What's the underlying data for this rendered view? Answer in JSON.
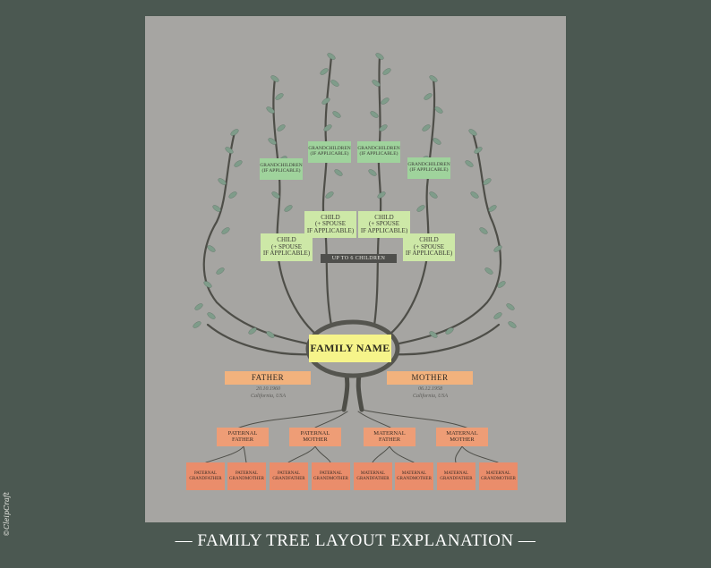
{
  "colors": {
    "background": "#4b5851",
    "canvas": "#a6a5a2",
    "grandchildren": "#9fd39c",
    "children": "#cde8a7",
    "family_name": "#f6f48a",
    "parents": "#f2b27d",
    "grandparents": "#ee9d76",
    "great_grandparents": "#ea8d6b",
    "banner": "#4f4f4c"
  },
  "tree": {
    "grandchildren": [
      "GRANDCHILDREN\n(IF APPLICABLE)",
      "GRANDCHILDREN\n(IF APPLICABLE)",
      "GRANDCHILDREN\n(IF APPLICABLE)",
      "GRANDCHILDREN\n(IF APPLICABLE)"
    ],
    "children": [
      "CHILD\n(+ SPOUSE\nIF APPLICABLE)",
      "CHILD\n(+ SPOUSE\nIF APPLICABLE)",
      "CHILD\n(+ SPOUSE\nIF APPLICABLE)",
      "CHILD\n(+ SPOUSE\nIF APPLICABLE)"
    ],
    "banner": "UP TO 6 CHILDREN",
    "family_name": "FAMILY NAME",
    "father": {
      "label": "FATHER",
      "date": "20.10.1960",
      "place": "California, USA"
    },
    "mother": {
      "label": "MOTHER",
      "date": "06.12.1958",
      "place": "California, USA"
    },
    "grandparents": [
      "PATERNAL\nFATHER",
      "PATERNAL\nMOTHER",
      "MATERNAL\nFATHER",
      "MATERNAL\nMOTHER"
    ],
    "great_grandparents": [
      "PATERNAL\nGRANDFATHER",
      "PATERNAL\nGRANDMOTHER",
      "PATERNAL\nGRANDFATHER",
      "PATERNAL\nGRANDMOTHER",
      "MATERNAL\nGRANDFATHER",
      "MATERNAL\nGRANDMOTHER",
      "MATERNAL\nGRANDFATHER",
      "MATERNAL\nGRANDMOTHER"
    ]
  },
  "caption": "— FAMILY TREE LAYOUT EXPLANATION —",
  "watermark": "©CleipCraft",
  "icons": {
    "tree": "family-tree-illustration",
    "leaf": "leaf-icon"
  }
}
